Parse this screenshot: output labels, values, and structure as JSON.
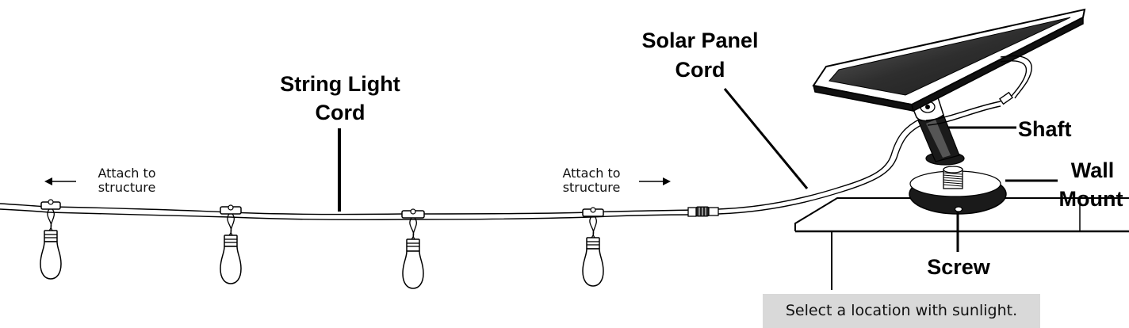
{
  "labels": {
    "string_light_cord": {
      "line1": "String Light",
      "line2": "Cord"
    },
    "solar_panel_cord": {
      "line1": "Solar Panel",
      "line2": "Cord"
    },
    "shaft": "Shaft",
    "wall_mount": {
      "line1": "Wall",
      "line2": "Mount"
    },
    "screw": "Screw",
    "attach_left": {
      "line1": "Attach to",
      "line2": "structure"
    },
    "attach_right": {
      "line1": "Attach to",
      "line2": "structure"
    }
  },
  "caption": "Select a location with sunlight.",
  "colors": {
    "caption_bg": "#d9d9d9",
    "ink": "#000000",
    "panel_dark": "#3a3a3a"
  }
}
